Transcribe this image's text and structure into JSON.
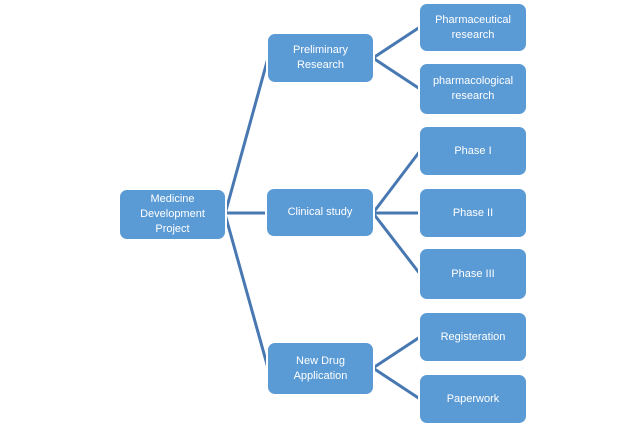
{
  "diagram": {
    "type": "hierarchy-flowchart",
    "root": {
      "label": "Medicine Development Project"
    },
    "branches": [
      {
        "label": "Preliminary Research",
        "children": [
          {
            "label": "Pharmaceutical research"
          },
          {
            "label": "pharmacological research"
          }
        ]
      },
      {
        "label": "Clinical study",
        "children": [
          {
            "label": "Phase I"
          },
          {
            "label": "Phase II"
          },
          {
            "label": "Phase III"
          }
        ]
      },
      {
        "label": "New Drug Application",
        "children": [
          {
            "label": "Registeration"
          },
          {
            "label": "Paperwork"
          }
        ]
      }
    ],
    "colors": {
      "node_fill": "#5b9bd5",
      "node_border": "#ffffff",
      "node_text": "#ffffff",
      "connector": "#4878b2",
      "background": "#ffffff"
    }
  }
}
